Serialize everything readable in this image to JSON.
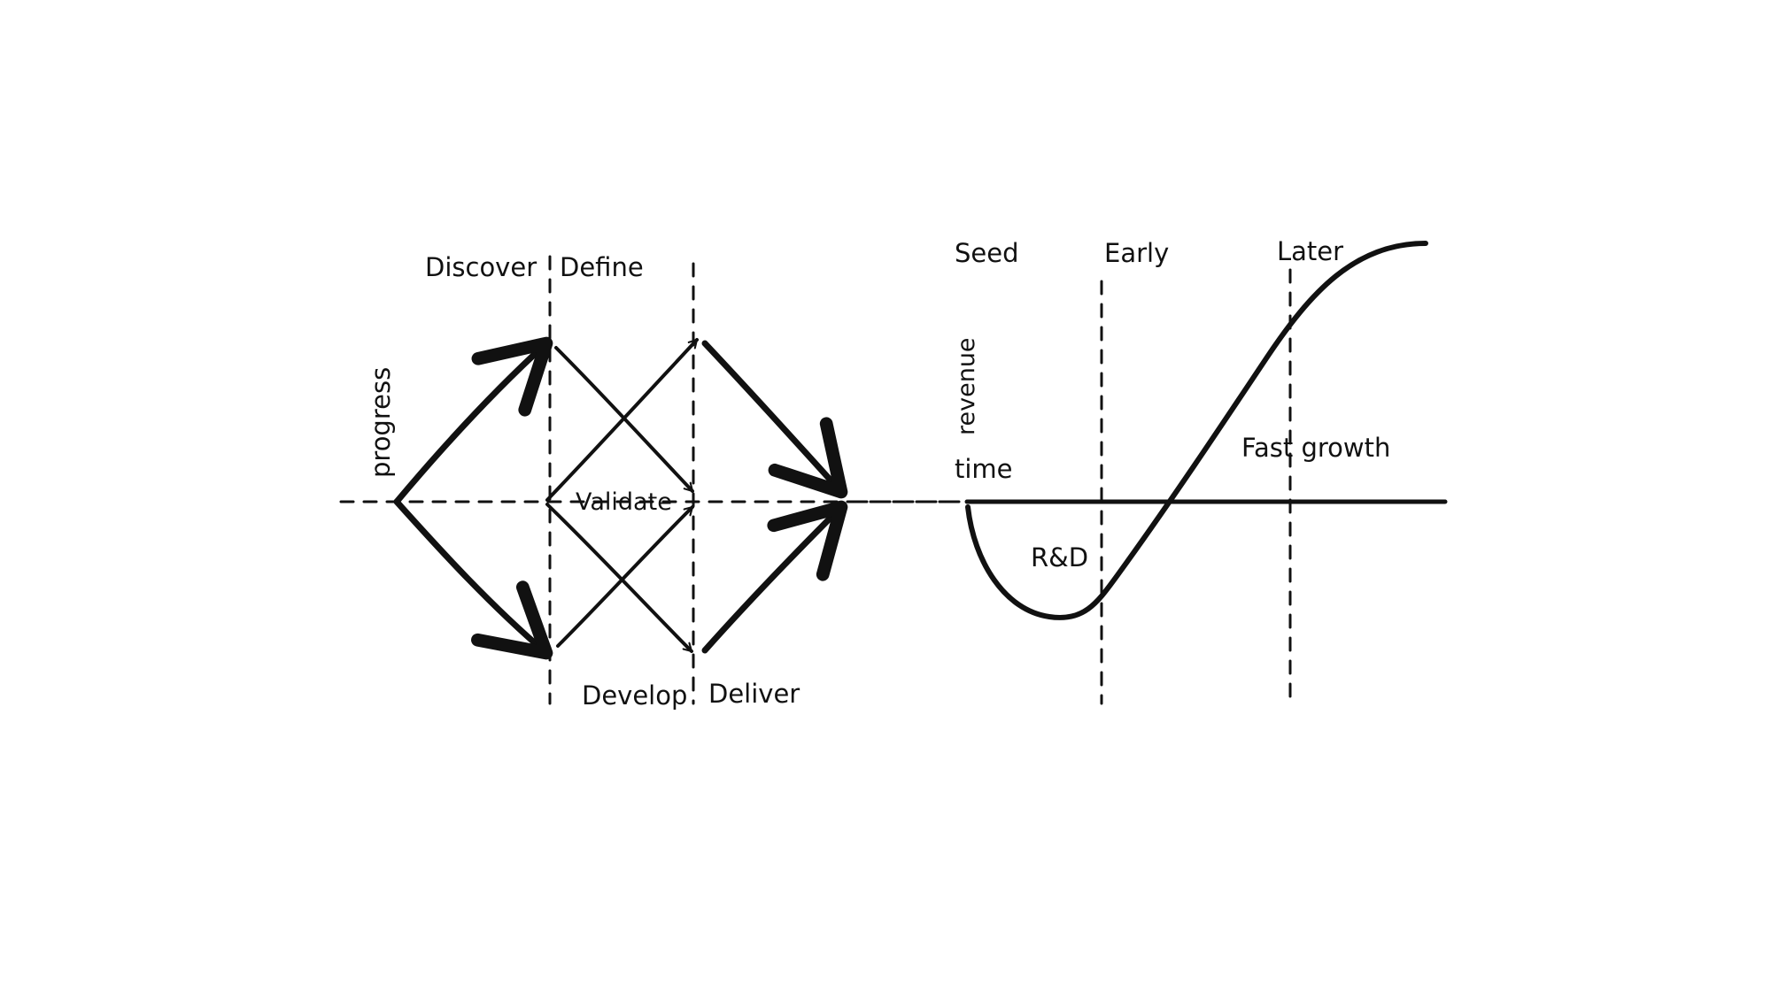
{
  "colors": {
    "ink": "#111111",
    "background": "#ffffff"
  },
  "double_diamond": {
    "axis_label": "progress",
    "phases": {
      "discover": "Discover",
      "define": "Define",
      "develop": "Develop",
      "deliver": "Deliver"
    },
    "center_label": "Validate"
  },
  "growth_curve": {
    "y_label": "revenue",
    "x_label": "time",
    "stages": {
      "seed": "Seed",
      "early": "Early",
      "later": "Later"
    },
    "annotations": {
      "rnd": "R&D",
      "fast_growth": "Fast growth"
    }
  }
}
